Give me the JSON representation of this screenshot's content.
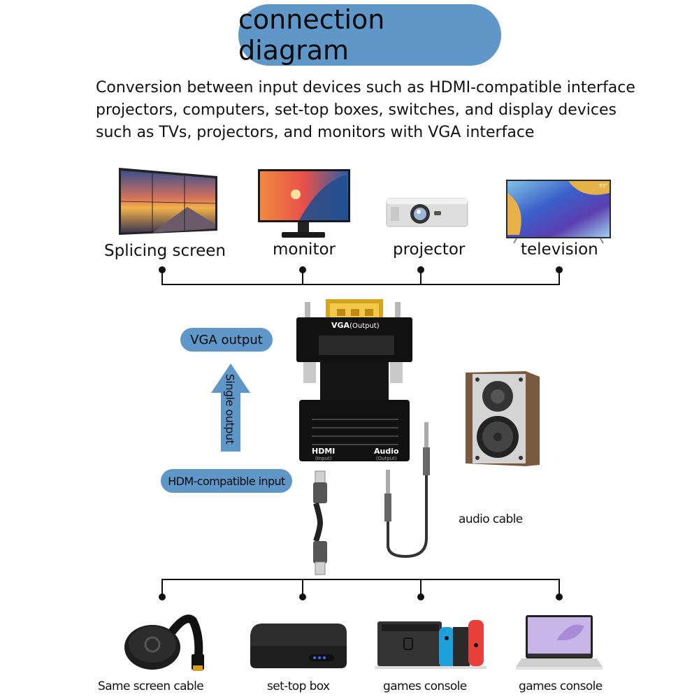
{
  "header": {
    "title": "connection diagram"
  },
  "intro": {
    "lines": [
      "Conversion between input devices such as HDMI-compatible interface",
      "projectors, computers, set-top boxes, switches, and display devices",
      "such as TVs, projectors, and monitors with VGA interface"
    ]
  },
  "output_devices": [
    {
      "label": "Splicing screen",
      "icon": "video-wall-icon"
    },
    {
      "label": "monitor",
      "icon": "monitor-icon"
    },
    {
      "label": "projector",
      "icon": "projector-icon"
    },
    {
      "label": "television",
      "icon": "television-icon",
      "badge": "55\""
    }
  ],
  "adapter": {
    "vga_label": "VGA",
    "vga_sub": "(Output)",
    "hdmi_label": "HDMI",
    "hdmi_sub": "(Input)",
    "audio_label": "Audio",
    "audio_sub": "(Output)"
  },
  "flow": {
    "vga_output": "VGA output",
    "single_output": "Single output",
    "hdmi_input": "HDM-compatible input"
  },
  "audio": {
    "label": "audio cable"
  },
  "input_devices": [
    {
      "label": "Same screen cable",
      "icon": "hdmi-dongle-icon"
    },
    {
      "label": "set-top box",
      "icon": "set-top-box-icon"
    },
    {
      "label": "games console",
      "icon": "game-console-icon"
    },
    {
      "label": "games console",
      "icon": "laptop-icon"
    }
  ],
  "colors": {
    "accent": "#5e97c8",
    "line": "#111111"
  }
}
